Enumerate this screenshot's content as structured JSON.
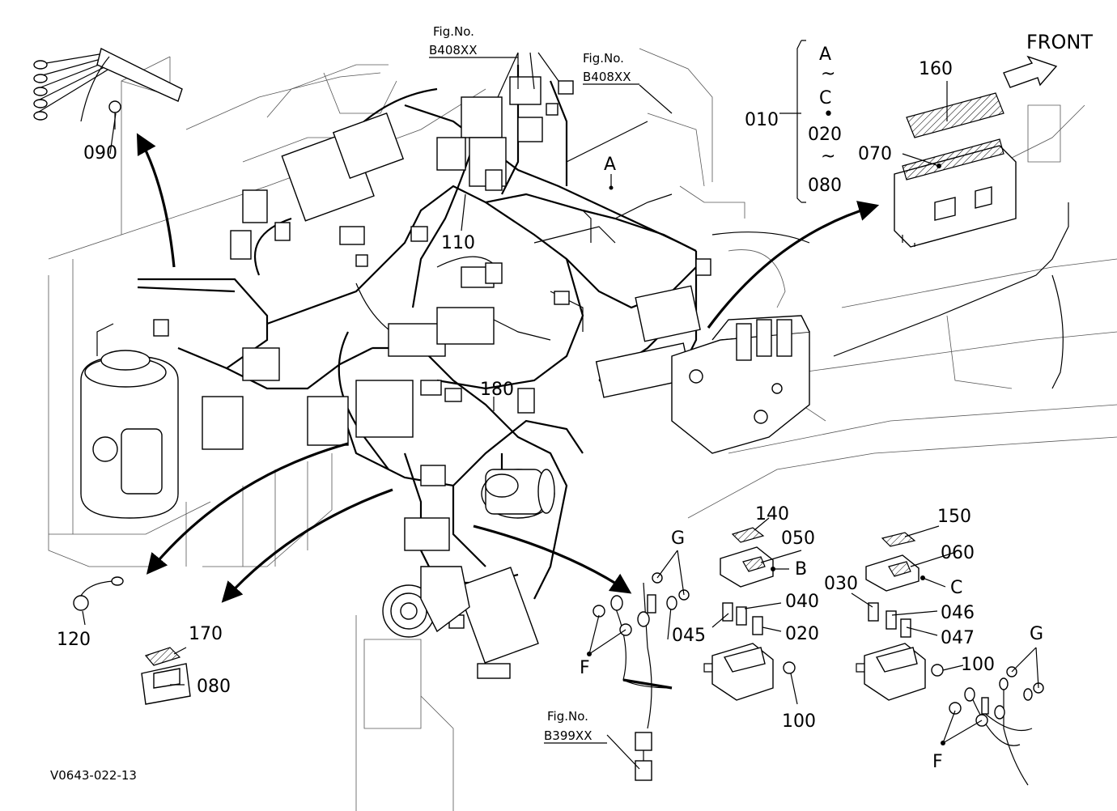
{
  "diagram": {
    "code": "V0643-022-13",
    "front_label": "FRONT",
    "fig_refs": [
      {
        "prefix": "Fig.No.",
        "number": "B408XX"
      },
      {
        "prefix": "Fig.No.",
        "number": "B408XX"
      },
      {
        "prefix": "Fig.No.",
        "number": "B399XX"
      }
    ],
    "range_bracket": {
      "main": "010",
      "items": [
        "A",
        "~",
        "C",
        "•",
        "020",
        "~",
        "080"
      ]
    },
    "callouts": [
      {
        "id": "160",
        "text": "160"
      },
      {
        "id": "070",
        "text": "070"
      },
      {
        "id": "090",
        "text": "090"
      },
      {
        "id": "110",
        "text": "110"
      },
      {
        "id": "A",
        "text": "A"
      },
      {
        "id": "180",
        "text": "180"
      },
      {
        "id": "120",
        "text": "120"
      },
      {
        "id": "170",
        "text": "170"
      },
      {
        "id": "080",
        "text": "080"
      },
      {
        "id": "G1",
        "text": "G"
      },
      {
        "id": "F1",
        "text": "F"
      },
      {
        "id": "140",
        "text": "140"
      },
      {
        "id": "050",
        "text": "050"
      },
      {
        "id": "B",
        "text": "B"
      },
      {
        "id": "040",
        "text": "040"
      },
      {
        "id": "045",
        "text": "045"
      },
      {
        "id": "020",
        "text": "020"
      },
      {
        "id": "100a",
        "text": "100"
      },
      {
        "id": "150",
        "text": "150"
      },
      {
        "id": "060",
        "text": "060"
      },
      {
        "id": "C",
        "text": "C"
      },
      {
        "id": "030",
        "text": "030"
      },
      {
        "id": "046",
        "text": "046"
      },
      {
        "id": "047",
        "text": "047"
      },
      {
        "id": "100b",
        "text": "100"
      },
      {
        "id": "G2",
        "text": "G"
      },
      {
        "id": "F2",
        "text": "F"
      }
    ]
  }
}
